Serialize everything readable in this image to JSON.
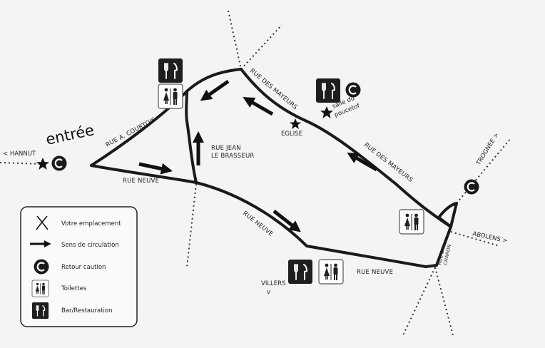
{
  "map": {
    "entrance_label": "entrée",
    "directions": {
      "hannut": "< HANNUT",
      "trognee": "TROGNEE >",
      "abolens": "ABOLENS >",
      "villers_line1": "VILLERS",
      "villers_line2": "v"
    },
    "streets": {
      "rue_courtois": "RUE A. COURTOIS",
      "rue_des_mayeurs_1": "RUE DES MAYEURS",
      "rue_des_mayeurs_2": "RUE DES MAYEURS",
      "rue_jean_line1": "RUE JEAN",
      "rue_jean_line2": "LE BRASSEUR",
      "rue_neuve_1": "RUE NEUVE",
      "rue_neuve_2": "RUE NEUVE",
      "rue_neuve_3": "RUE NEUVE",
      "rue_du_charon_line1": "RUE DU",
      "rue_du_charon_line2": "CHARON"
    },
    "places": {
      "eglise": "EGLISE",
      "salle_line1": "salle du",
      "salle_line2": "poucetof"
    },
    "caution_letter": "C"
  },
  "legend": {
    "items": [
      {
        "label": "Votre emplacement",
        "icon": "x-mark-icon"
      },
      {
        "label": "Sens de circulation",
        "icon": "arrow-icon"
      },
      {
        "label": "Retour caution",
        "icon": "caution-c-icon"
      },
      {
        "label": "Toilettes",
        "icon": "toilet-icon"
      },
      {
        "label": "Bar/Restauration",
        "icon": "restaurant-icon"
      }
    ]
  }
}
